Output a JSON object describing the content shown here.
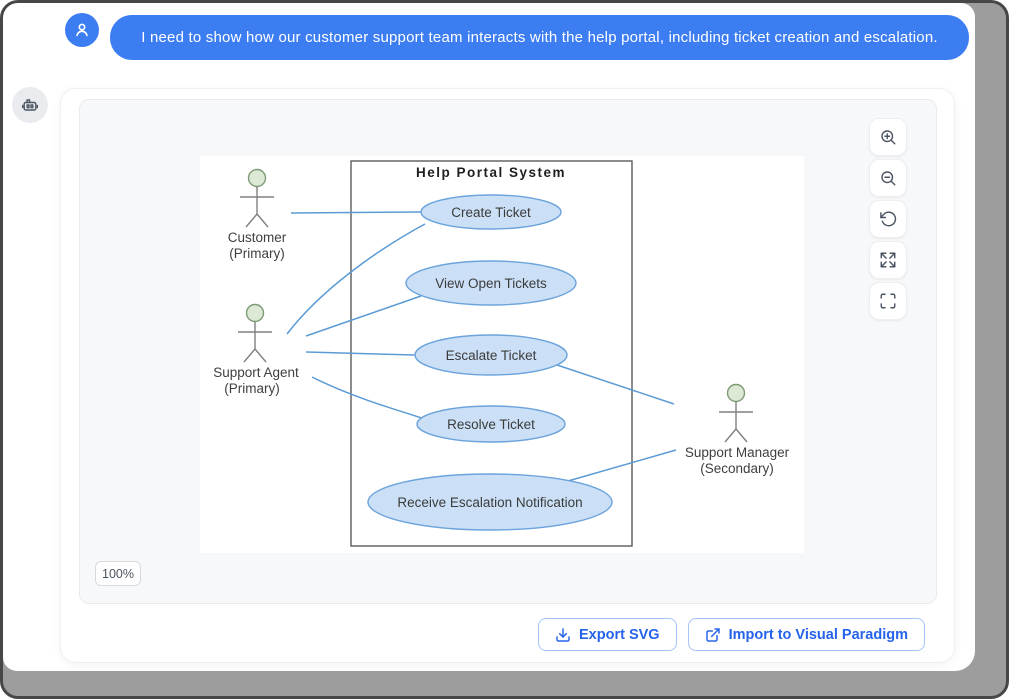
{
  "user_message": {
    "text": "I need to show how our customer support team interacts with the help portal, including ticket creation and escalation."
  },
  "assistant": {
    "toolbar": [
      {
        "id": "zoom-in",
        "icon": "magnifier-plus-icon"
      },
      {
        "id": "zoom-out",
        "icon": "magnifier-minus-icon"
      },
      {
        "id": "reset-view",
        "icon": "rotate-ccw-icon"
      },
      {
        "id": "expand",
        "icon": "arrows-out-icon"
      },
      {
        "id": "fullscreen",
        "icon": "corner-brackets-icon"
      }
    ],
    "zoom_level": "100%",
    "actions": {
      "export_svg": "Export SVG",
      "import_vp": "Import to Visual Paradigm"
    }
  },
  "diagram": {
    "type": "uml-use-case",
    "system": {
      "title": "Help Portal System"
    },
    "actors": {
      "customer": {
        "name": "Customer",
        "role": "(Primary)"
      },
      "agent": {
        "name": "Support Agent",
        "role": "(Primary)"
      },
      "manager": {
        "name": "Support Manager",
        "role": "(Secondary)"
      }
    },
    "use_cases": {
      "create": "Create Ticket",
      "view": "View Open Tickets",
      "escalate": "Escalate Ticket",
      "resolve": "Resolve Ticket",
      "receive": "Receive Escalation Notification"
    },
    "connections": [
      {
        "from": "Customer",
        "to": "Create Ticket"
      },
      {
        "from": "Support Agent",
        "to": "Create Ticket"
      },
      {
        "from": "Support Agent",
        "to": "View Open Tickets"
      },
      {
        "from": "Support Agent",
        "to": "Escalate Ticket"
      },
      {
        "from": "Support Agent",
        "to": "Resolve Ticket"
      },
      {
        "from": "Escalate Ticket",
        "to": "Support Manager"
      },
      {
        "from": "Support Manager",
        "to": "Receive Escalation Notification"
      }
    ]
  },
  "colors": {
    "bubble_blue": "#3c7df2",
    "action_blue": "#2563eb",
    "usecase_fill": "#cbe0f6",
    "usecase_stroke": "#6ba3dc",
    "connector_blue": "#5b9bd5",
    "actor_head_fill": "#dcead5"
  }
}
